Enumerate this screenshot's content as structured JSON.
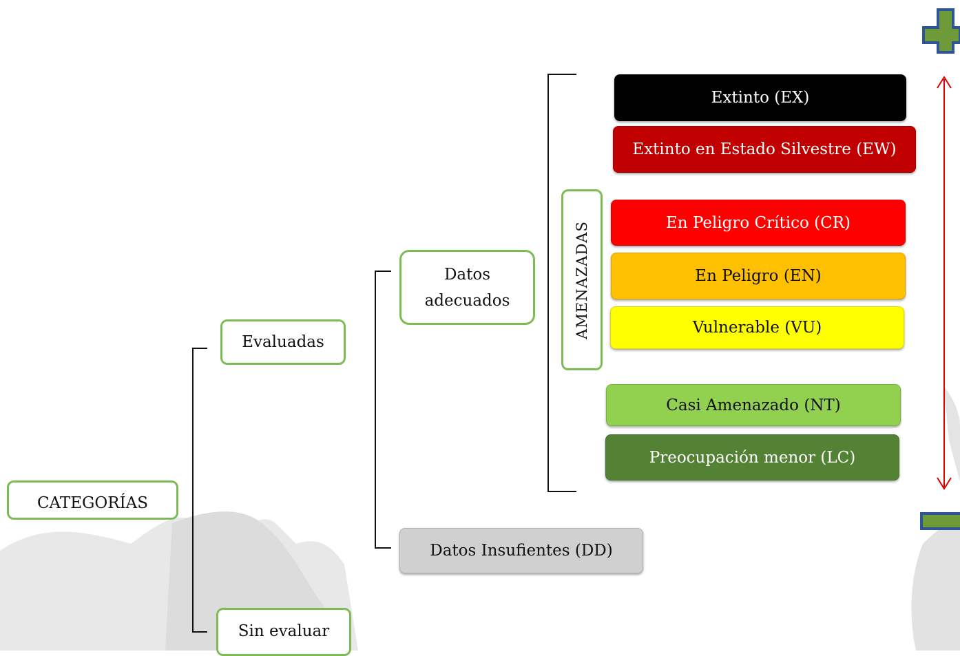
{
  "root": "CATEGORÍAS",
  "level1": {
    "evaluated": "Evaluadas",
    "not_evaluated": "Sin evaluar"
  },
  "level2": {
    "adequate_data": "Datos adecuados",
    "insufficient_data": "Datos Insufientes (DD)"
  },
  "threatened_label": "AMENAZADAS",
  "categories": [
    {
      "label": "Extinto (EX)",
      "color": "#000000",
      "text_color": "#ffffff"
    },
    {
      "label": "Extinto en Estado Silvestre (EW)",
      "color": "#c00000",
      "text_color": "#ffffff"
    },
    {
      "label": "En Peligro Crítico (CR)",
      "color": "#ff0000",
      "text_color": "#ffffff"
    },
    {
      "label": "En Peligro (EN)",
      "color": "#ffc000",
      "text_color": "#111111"
    },
    {
      "label": "Vulnerable (VU)",
      "color": "#ffff00",
      "text_color": "#111111"
    },
    {
      "label": "Casi Amenazado (NT)",
      "color": "#92d050",
      "text_color": "#111111"
    },
    {
      "label": "Preocupación menor (LC)",
      "color": "#548235",
      "text_color": "#ffffff"
    }
  ],
  "dd_color": "#d0d0d0",
  "scale": {
    "top_icon": "plus-icon",
    "bottom_icon": "minus-icon",
    "arrow_color": "#e00000",
    "icon_fill": "#6f9a3a",
    "icon_border": "#2f5597"
  }
}
